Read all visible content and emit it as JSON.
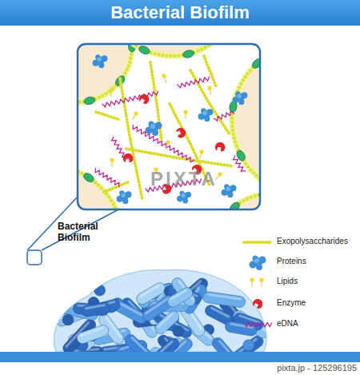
{
  "diagram": {
    "title": "Bacterial Biofilm",
    "labels": [
      "Bacterial Biofilm",
      "PIXTA",
      "pixta.jp - 125296195"
    ],
    "legend": [
      {
        "text": "Exopolysaccharides"
      },
      {
        "text": "Proteins"
      },
      {
        "text": "Lipids"
      },
      {
        "text": "Enzyme"
      },
      {
        "text": "eDNA"
      }
    ]
  }
}
